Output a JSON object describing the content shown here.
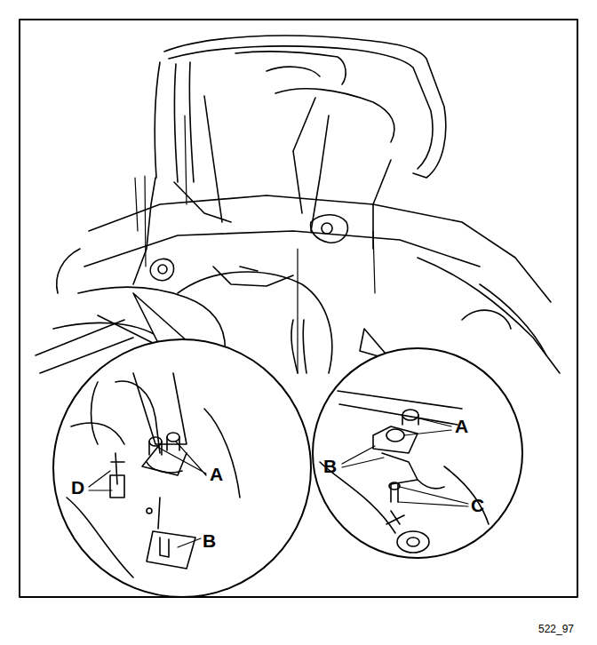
{
  "diagram": {
    "labels": [
      "A",
      "D",
      "B",
      "A",
      "B",
      "C",
      "522_97"
    ]
  }
}
